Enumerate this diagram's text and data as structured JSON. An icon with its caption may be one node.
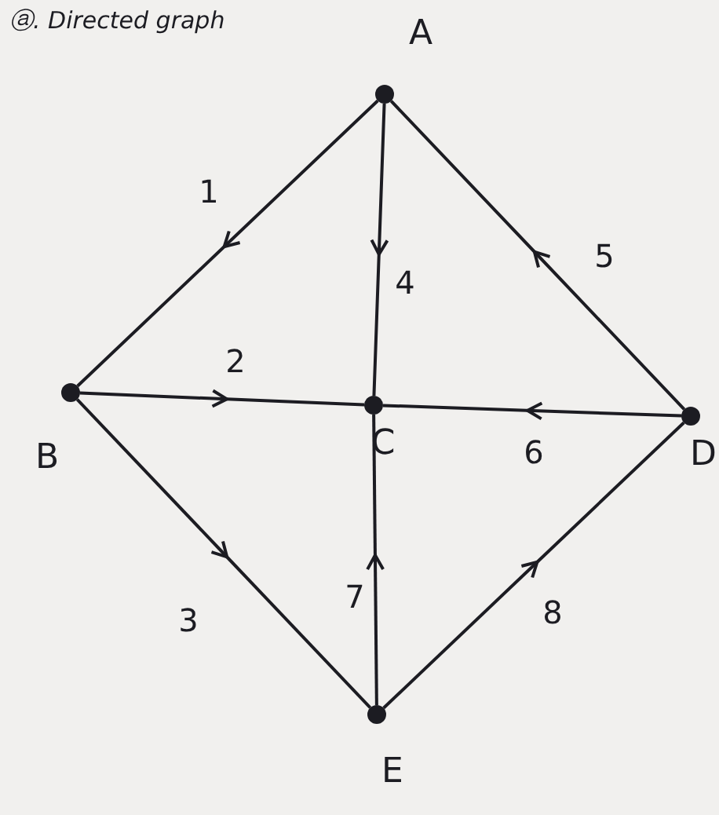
{
  "diagram": {
    "title": "ⓐ. Directed graph",
    "nodes": [
      {
        "text": [],
        "shape": "circle",
        "beside": [
          "A"
        ]
      },
      {
        "text": [],
        "shape": "circle",
        "beside": [
          "B"
        ]
      },
      {
        "text": [],
        "shape": "circle",
        "beside": [
          "C"
        ]
      },
      {
        "text": [],
        "shape": "circle",
        "beside": [
          "D"
        ]
      },
      {
        "text": [],
        "shape": "circle",
        "beside": [
          "E"
        ]
      }
    ],
    "edges": [
      {
        "from": 0,
        "to": 1,
        "arrow": "to",
        "label": "1"
      },
      {
        "from": 1,
        "to": 2,
        "arrow": "to",
        "label": "2"
      },
      {
        "from": 1,
        "to": 4,
        "arrow": "to",
        "label": "3"
      },
      {
        "from": 0,
        "to": 2,
        "arrow": "to",
        "label": "4"
      },
      {
        "from": 3,
        "to": 0,
        "arrow": "to",
        "label": "5"
      },
      {
        "from": 3,
        "to": 2,
        "arrow": "to",
        "label": "6"
      },
      {
        "from": 4,
        "to": 2,
        "arrow": "to",
        "label": "7"
      },
      {
        "from": 4,
        "to": 3,
        "arrow": "to",
        "label": "8"
      }
    ]
  }
}
